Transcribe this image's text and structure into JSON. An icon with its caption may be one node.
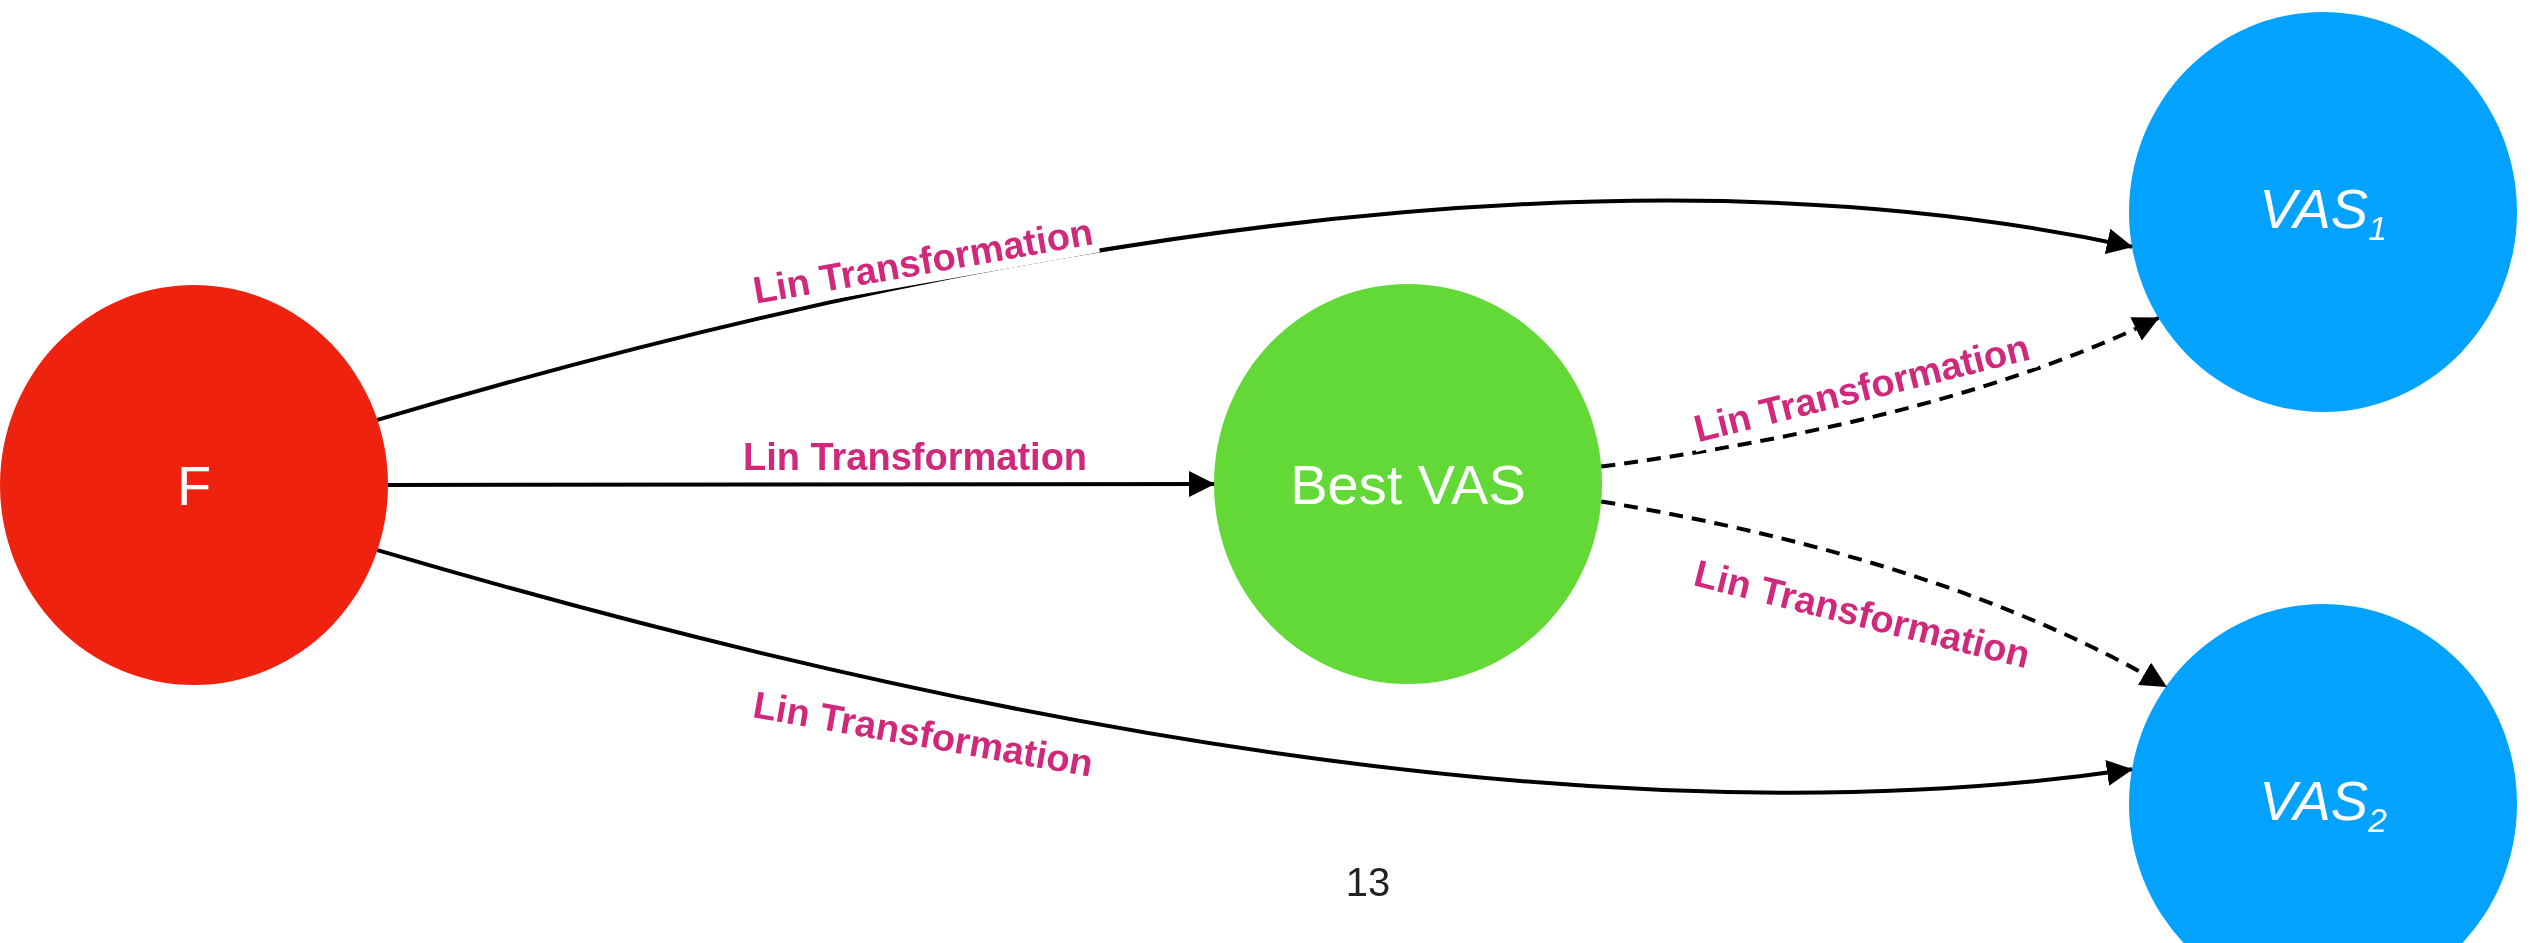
{
  "diagram": {
    "nodes": [
      {
        "text": [
          "F"
        ]
      },
      {
        "text": [
          "Best VAS"
        ]
      },
      {
        "text": [
          "VAS$_{1}$"
        ]
      },
      {
        "text": [
          "VAS$_{2}$"
        ]
      }
    ],
    "edges": [
      {
        "from": 0,
        "to": 2,
        "arrow": "to",
        "label": "Lin Transformation"
      },
      {
        "from": 0,
        "to": 1,
        "arrow": "to",
        "label": "Lin Transformation"
      },
      {
        "from": 0,
        "to": 3,
        "arrow": "to",
        "label": "Lin Transformation"
      },
      {
        "from": 1,
        "to": 2,
        "arrow": "to",
        "label": "Lin Transformation",
        "style": "dashed"
      },
      {
        "from": 1,
        "to": 3,
        "arrow": "to",
        "label": "Lin Transformation",
        "style": "dashed"
      }
    ],
    "labels": [
      "13"
    ]
  }
}
